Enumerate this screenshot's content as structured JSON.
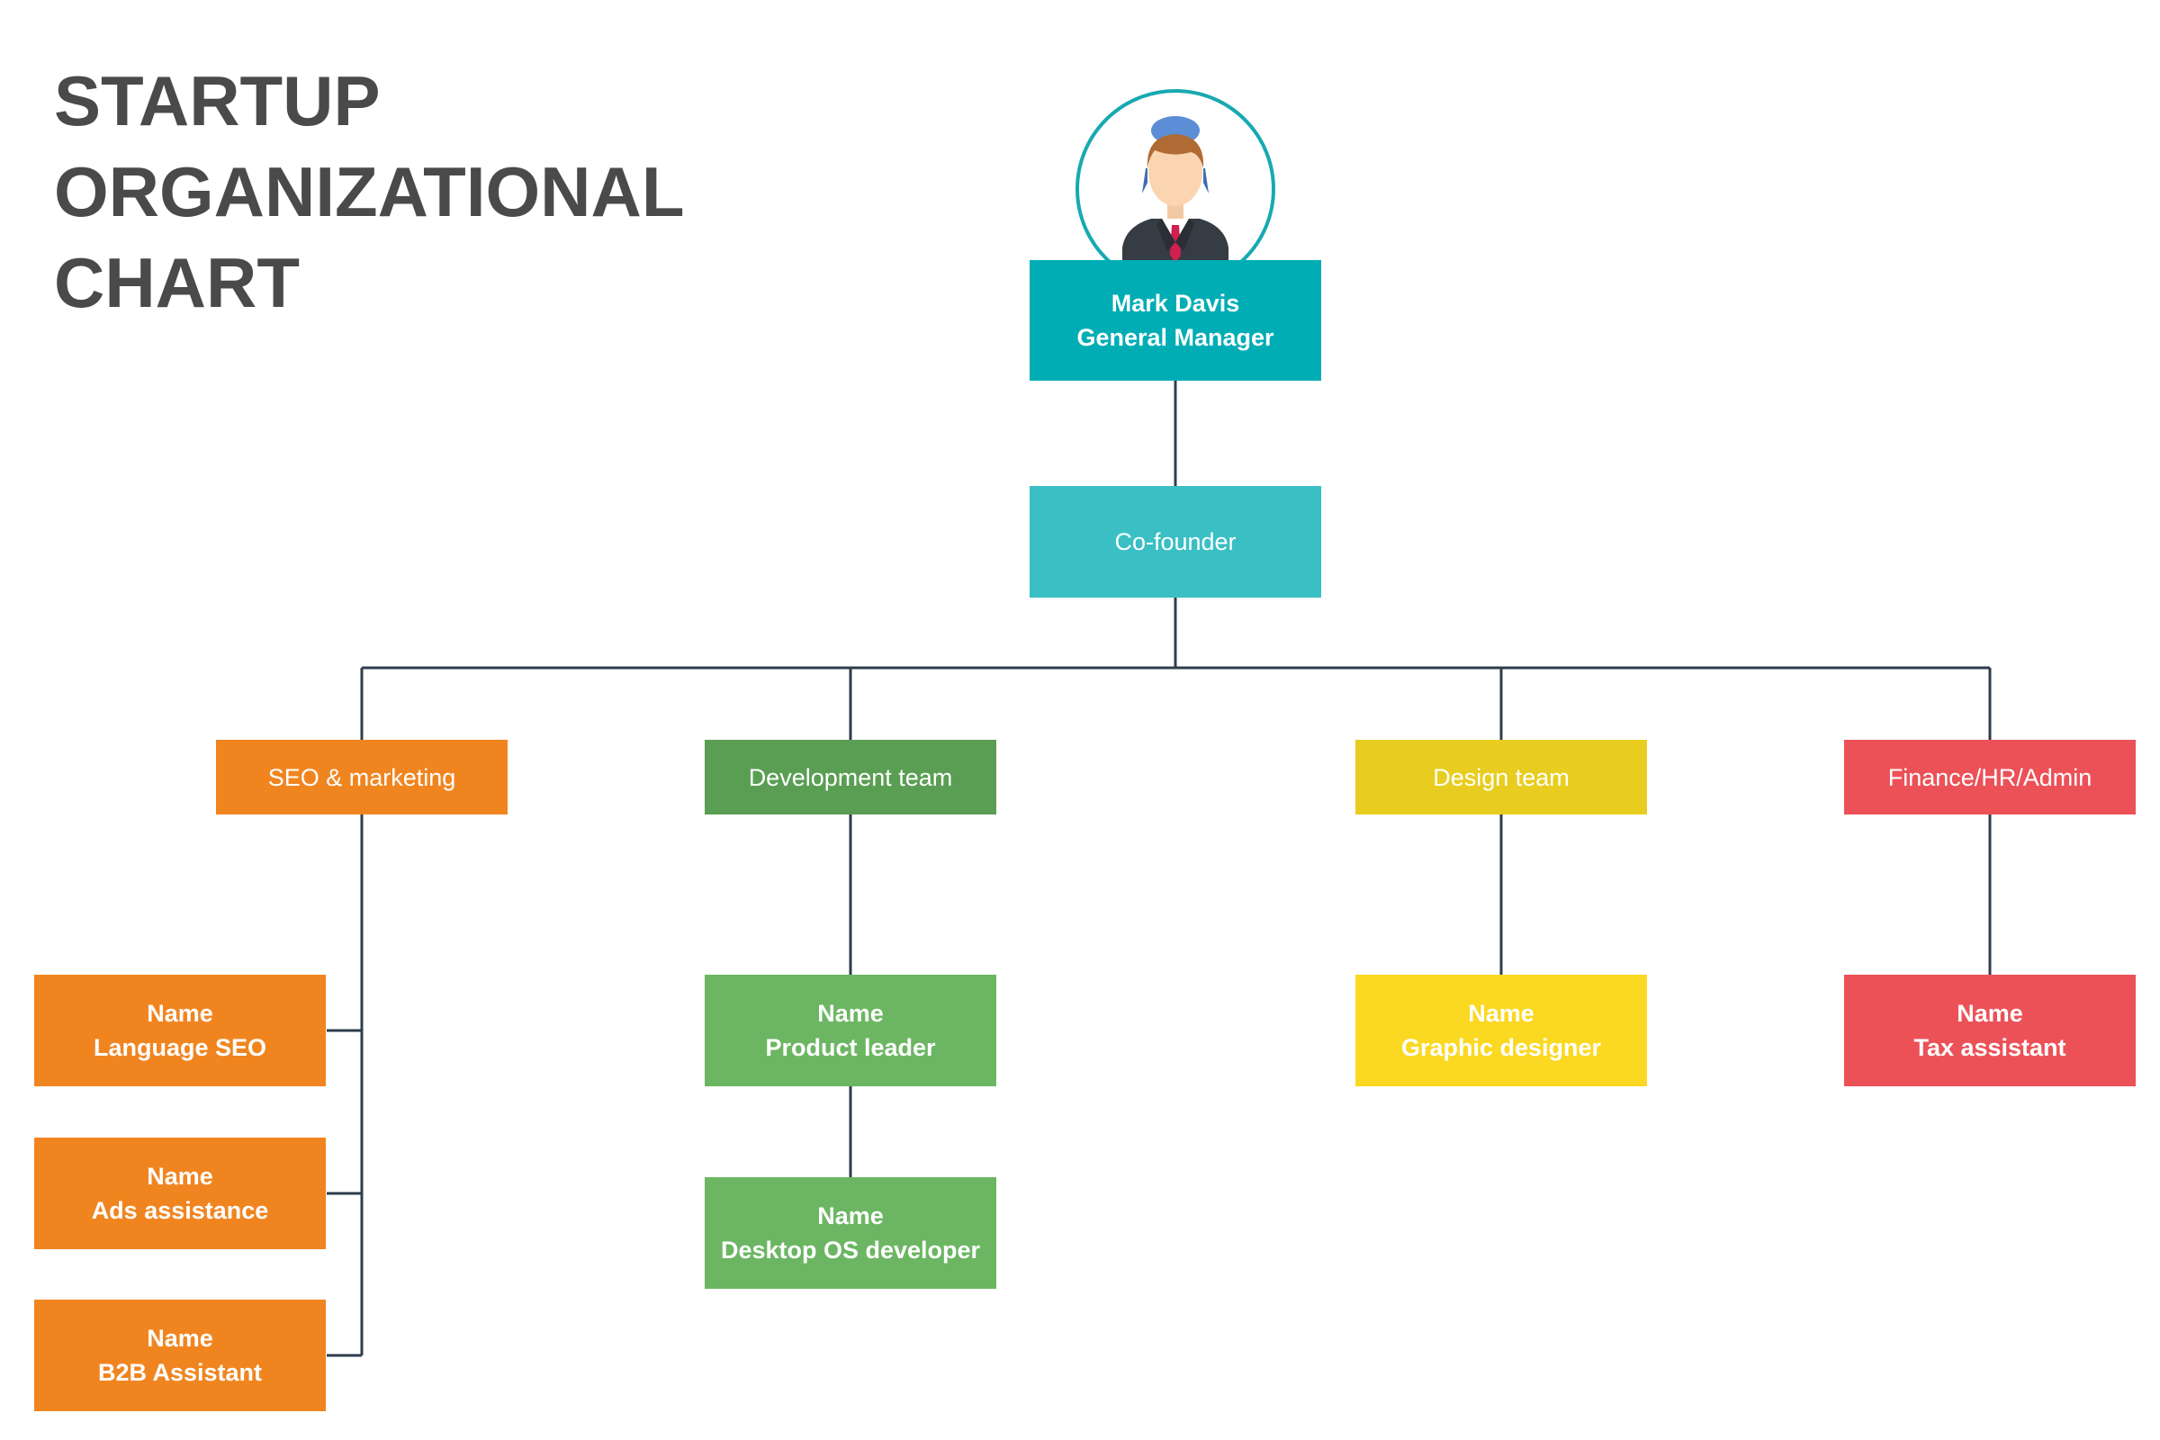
{
  "title": {
    "line1": "STARTUP",
    "line2": "ORGANIZATIONAL",
    "line3": "CHART"
  },
  "colors": {
    "line": "#2f3d4c",
    "manager": "#00adb5",
    "cofounder": "#39bfc4",
    "seo": "#f08520",
    "dev_header": "#5a9e53",
    "dev": "#6cb663",
    "design_header": "#e8cd20",
    "design": "#fbd821",
    "finance": "#ec5158"
  },
  "avatar": {
    "icon": "businessman-avatar-icon"
  },
  "nodes": {
    "manager": {
      "name": "Mark Davis",
      "role": "General Manager"
    },
    "cofounder": {
      "label": "Co-founder"
    },
    "departments": {
      "seo": "SEO & marketing",
      "development": "Development team",
      "design": "Design team",
      "finance": "Finance/HR/Admin"
    },
    "members": {
      "language_seo": {
        "name": "Name",
        "role": "Language SEO"
      },
      "ads_assistance": {
        "name": "Name",
        "role": "Ads assistance"
      },
      "b2b_assistant": {
        "name": "Name",
        "role": "B2B Assistant"
      },
      "product_leader": {
        "name": "Name",
        "role": "Product leader"
      },
      "desktop_dev": {
        "name": "Name",
        "role": "Desktop OS developer"
      },
      "graphic_designer": {
        "name": "Name",
        "role": "Graphic designer"
      },
      "tax_assistant": {
        "name": "Name",
        "role": "Tax assistant"
      }
    }
  }
}
